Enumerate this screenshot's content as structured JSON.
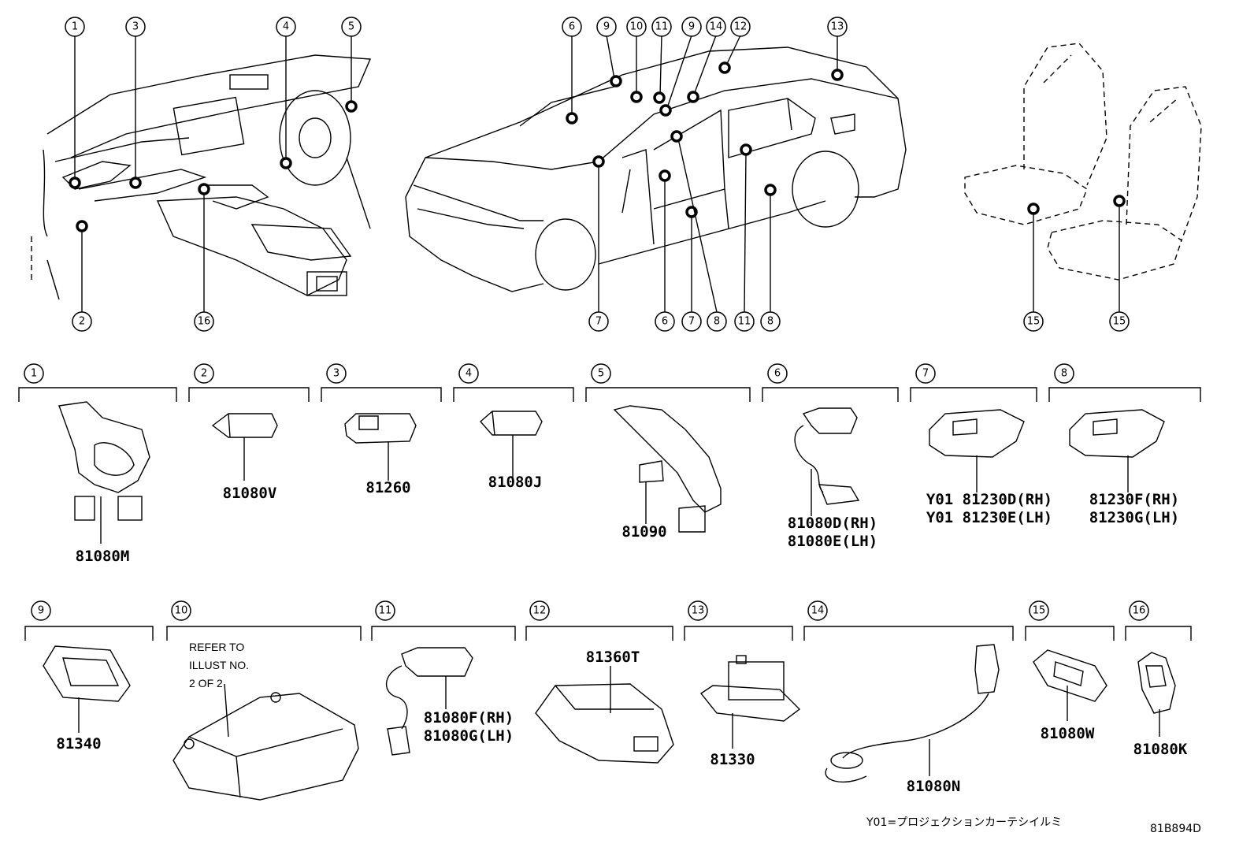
{
  "overview": {
    "dashboard_callouts": [
      "1",
      "3",
      "4",
      "5",
      "2",
      "16"
    ],
    "car_callouts_top": [
      "6",
      "9",
      "10",
      "11",
      "9",
      "14",
      "12",
      "13"
    ],
    "car_callouts_bottom": [
      "7",
      "6",
      "7",
      "8",
      "11",
      "8"
    ],
    "seat_callouts": [
      "15",
      "15"
    ]
  },
  "parts": [
    {
      "ref": "1",
      "numbers": [
        "81080M"
      ]
    },
    {
      "ref": "2",
      "numbers": [
        "81080V"
      ]
    },
    {
      "ref": "3",
      "numbers": [
        "81260"
      ]
    },
    {
      "ref": "4",
      "numbers": [
        "81080J"
      ]
    },
    {
      "ref": "5",
      "numbers": [
        "81090"
      ]
    },
    {
      "ref": "6",
      "numbers": [
        "81080D(RH)",
        "81080E(LH)"
      ]
    },
    {
      "ref": "7",
      "numbers": [
        "Y01 81230D(RH)",
        "Y01 81230E(LH)"
      ]
    },
    {
      "ref": "8",
      "numbers": [
        "81230F(RH)",
        "81230G(LH)"
      ]
    },
    {
      "ref": "9",
      "numbers": [
        "81340"
      ]
    },
    {
      "ref": "10",
      "numbers": [],
      "note": [
        "REFER TO",
        "ILLUST NO.",
        "2 OF 2"
      ]
    },
    {
      "ref": "11",
      "numbers": [
        "81080F(RH)",
        "81080G(LH)"
      ]
    },
    {
      "ref": "12",
      "numbers": [
        "81360T"
      ]
    },
    {
      "ref": "13",
      "numbers": [
        "81330"
      ]
    },
    {
      "ref": "14",
      "numbers": [
        "81080N"
      ]
    },
    {
      "ref": "15",
      "numbers": [
        "81080W"
      ]
    },
    {
      "ref": "16",
      "numbers": [
        "81080K"
      ]
    }
  ],
  "footer": {
    "legend": "Y01=プロジェクションカーテシイルミ",
    "illustration_id": "81B894D"
  }
}
